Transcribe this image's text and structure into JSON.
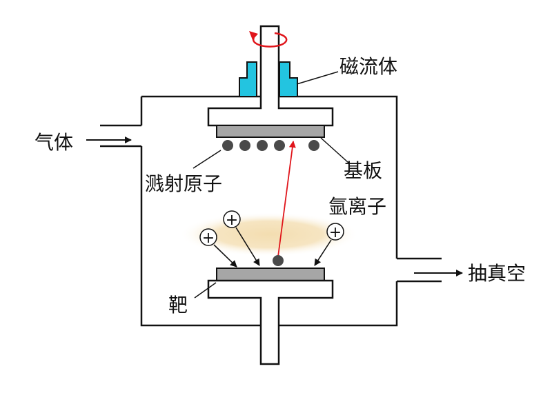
{
  "labels": {
    "ferrofluid": "磁流体",
    "gas": "气体",
    "substrate": "基板",
    "sputtered_atoms": "溅射原子",
    "argon_ions": "氩离子",
    "vacuum": "抽真空",
    "target": "靶"
  },
  "ion_symbol": "+",
  "colors": {
    "line": "#111111",
    "ferrofluid_fill": "#23c4e0",
    "plate_fill": "#a6a6a6",
    "atom_fill": "#4a4a4a",
    "plasma_glow": "#f3ddb0",
    "rotation_arrow": "#e0151b",
    "trajectory": "#e0151b"
  },
  "icons": {
    "rotation": "rotation-arrow-icon",
    "gas_in": "arrow-right-icon",
    "vacuum_out": "arrow-right-icon"
  }
}
